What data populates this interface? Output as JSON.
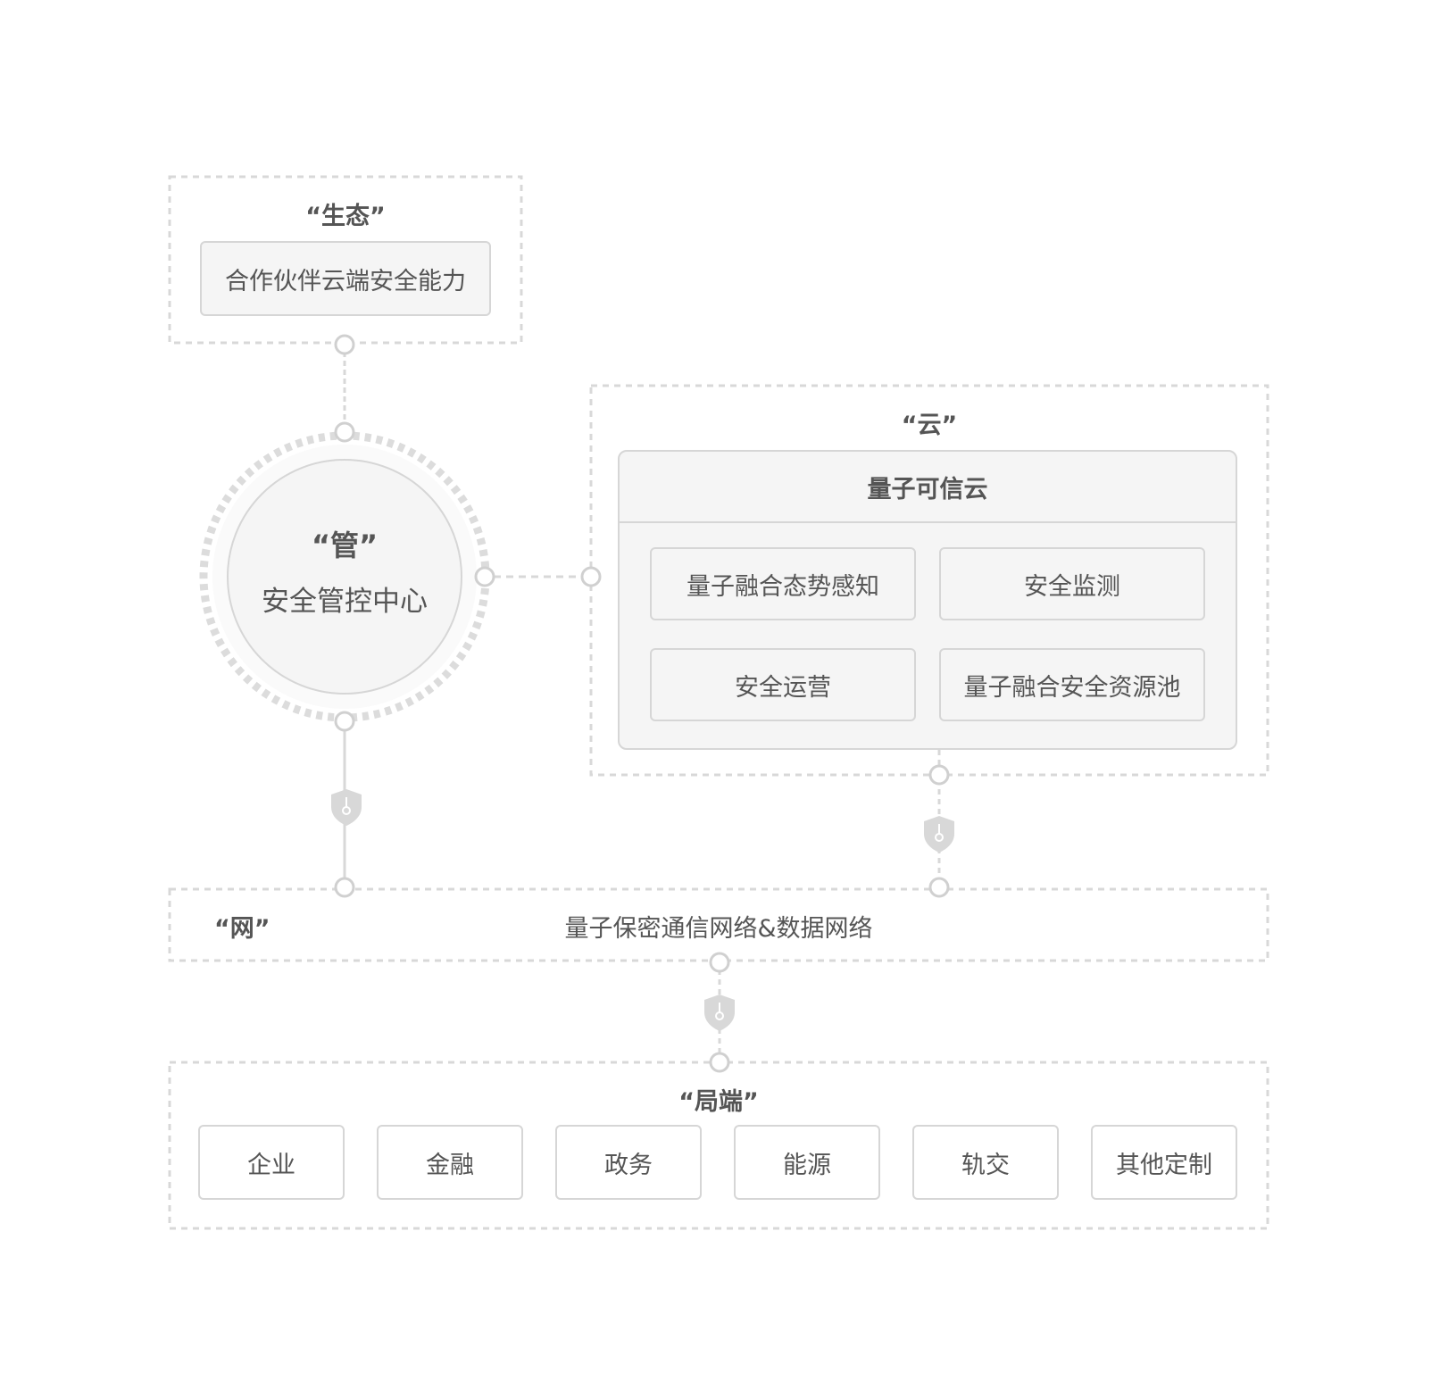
{
  "ecosystem": {
    "title": "“生态”",
    "item": "合作伙伴云端安全能力"
  },
  "management": {
    "title": "“管”",
    "subtitle": "安全管控中心"
  },
  "cloud": {
    "title": "“云”",
    "panel_title": "量子可信云",
    "items": [
      "量子融合态势感知",
      "安全监测",
      "安全运营",
      "量子融合安全资源池"
    ]
  },
  "network": {
    "title": "“网”",
    "label": "量子保密通信网络&数据网络"
  },
  "edge": {
    "title": "“局端”",
    "items": [
      "企业",
      "金融",
      "政务",
      "能源",
      "轨交",
      "其他定制"
    ]
  },
  "icons": {
    "connector": "connector-node-icon",
    "secure_link": "shield-key-icon"
  },
  "colors": {
    "border": "#d6d6d6",
    "dash": "#d8d8d8",
    "fill": "#f5f5f5",
    "text": "#555555"
  }
}
